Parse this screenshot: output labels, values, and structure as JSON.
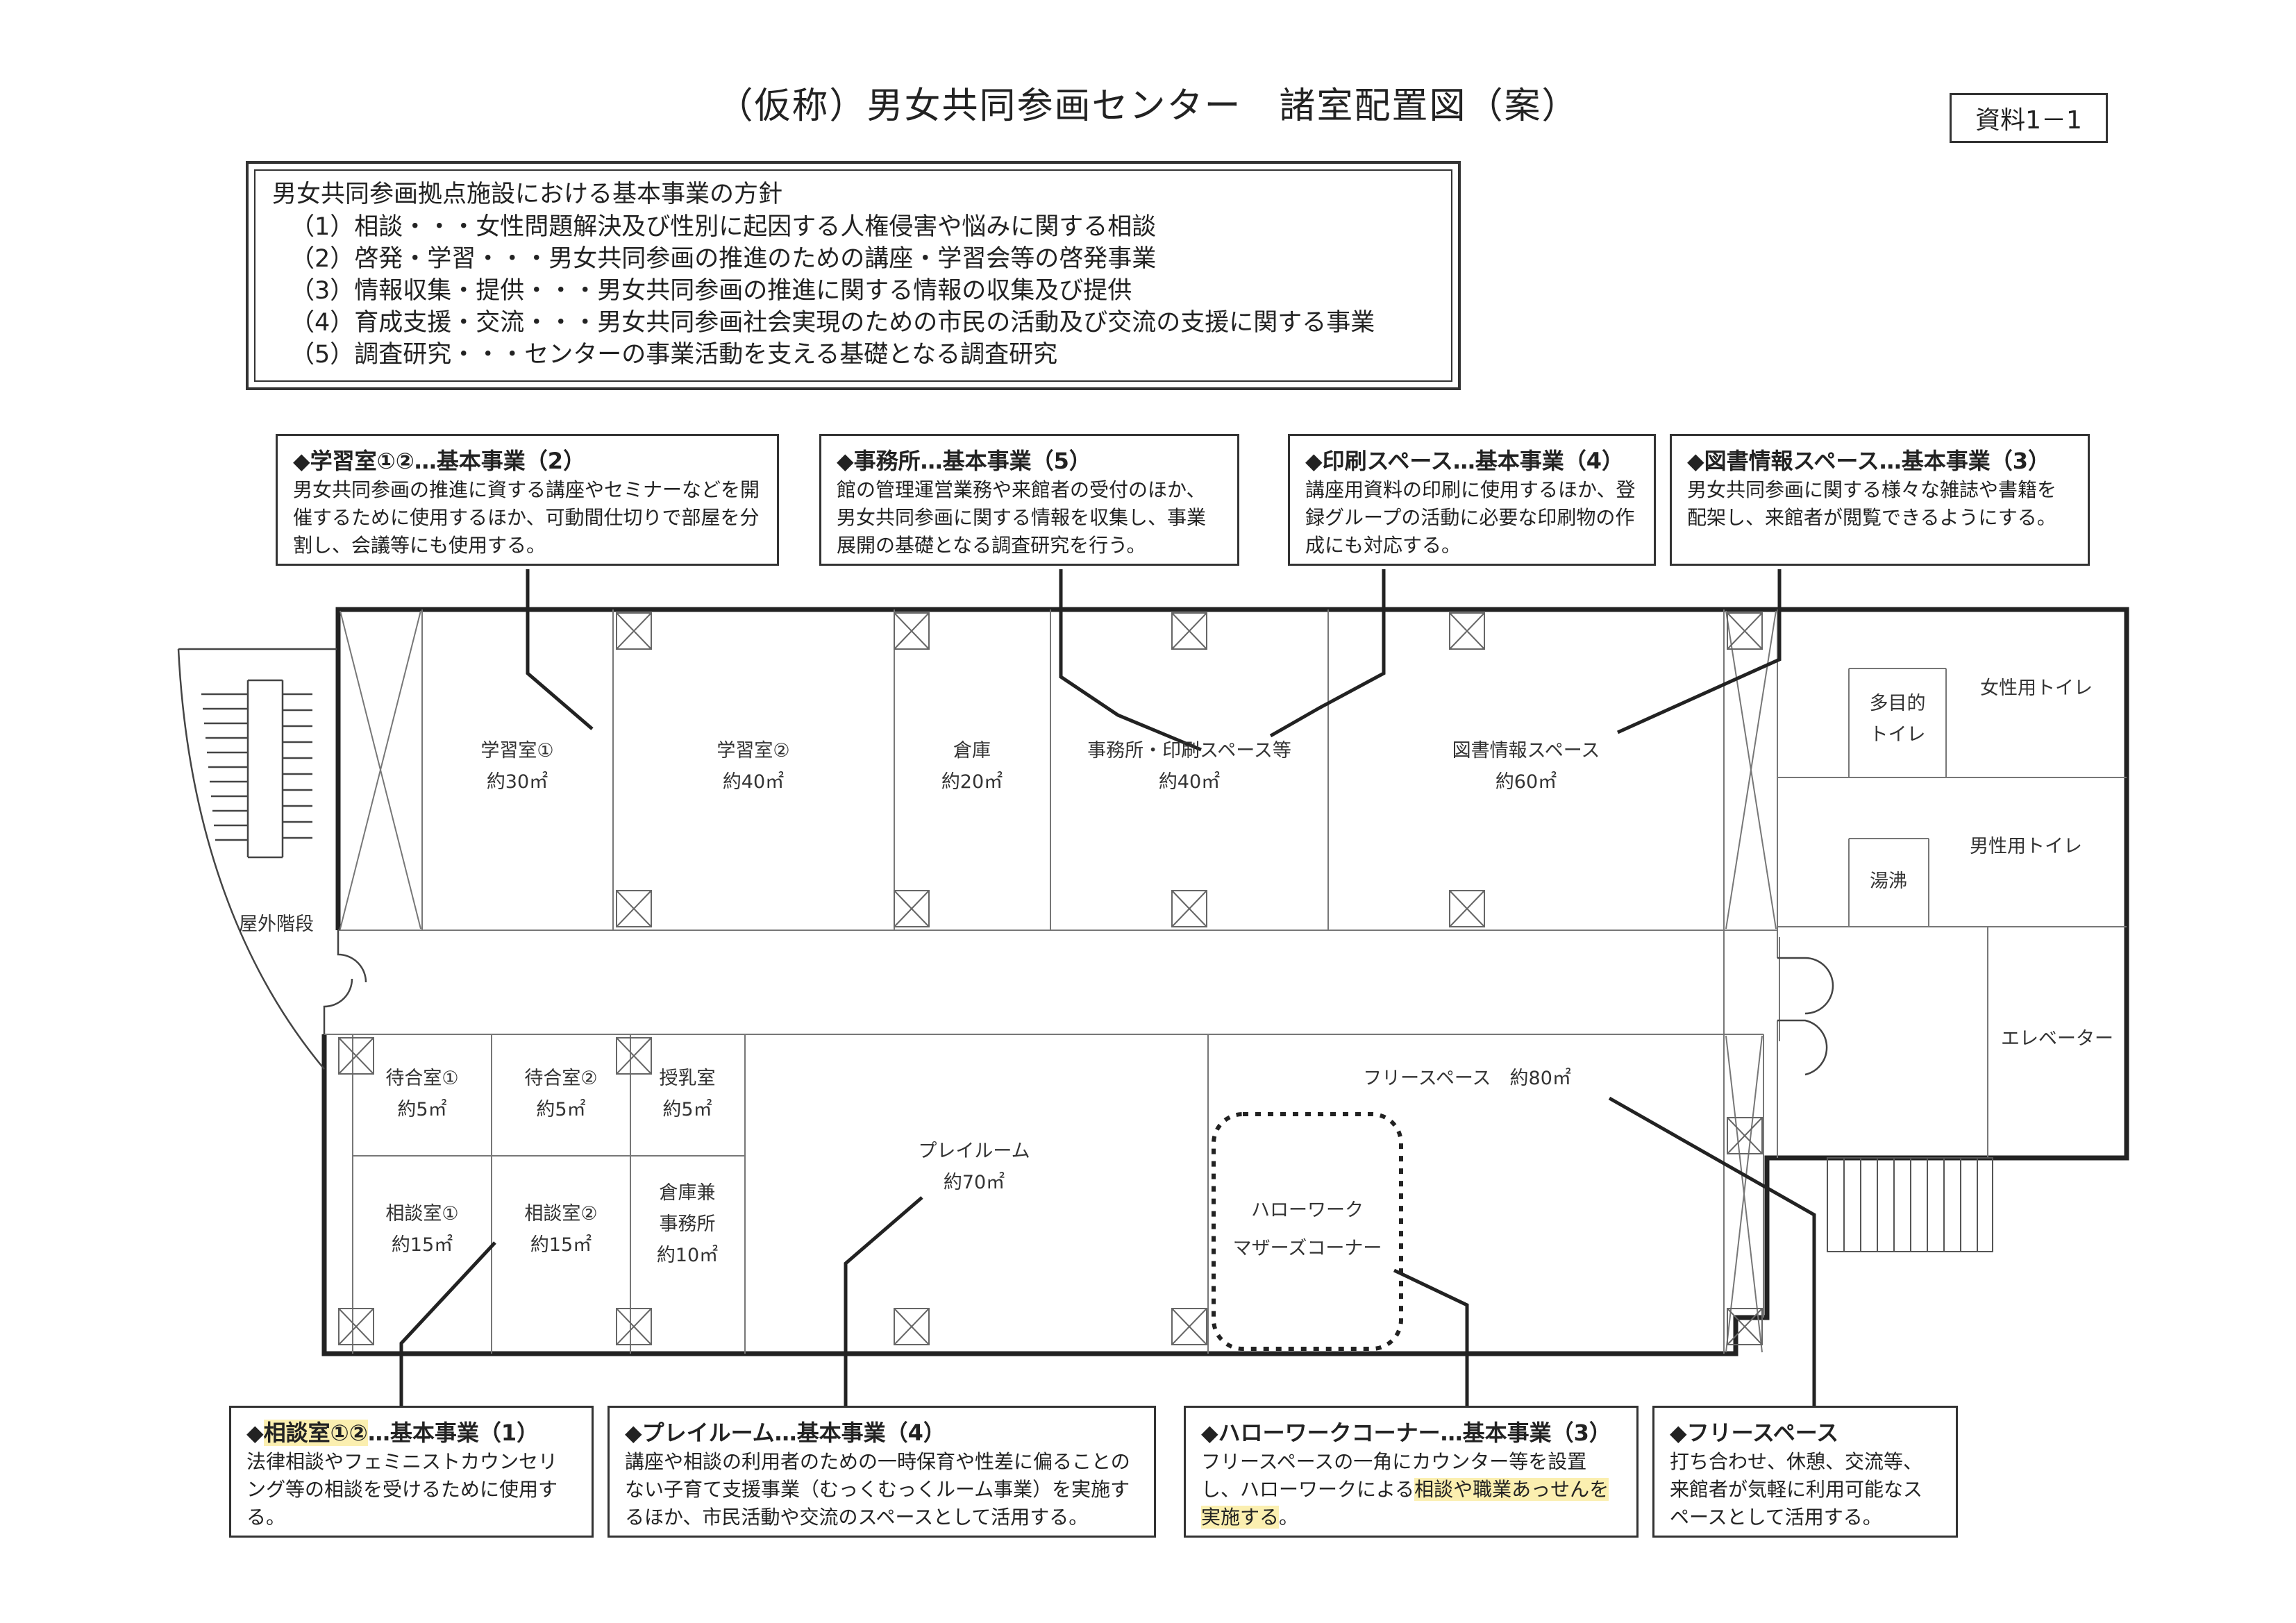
{
  "title": "（仮称）男女共同参画センター　諸室配置図（案）",
  "doc_id": "資料1－1",
  "policy": {
    "heading": "男女共同参画拠点施設における基本事業の方針",
    "items": [
      "（1）相談・・・女性問題解決及び性別に起因する人権侵害や悩みに関する相談",
      "（2）啓発・学習・・・男女共同参画の推進のための講座・学習会等の啓発事業",
      "（3）情報収集・提供・・・男女共同参画の推進に関する情報の収集及び提供",
      "（4）育成支援・交流・・・男女共同参画社会実現のための市民の活動及び交流の支援に関する事業",
      "（5）調査研究・・・センターの事業活動を支える基礎となる調査研究"
    ]
  },
  "callouts": {
    "study": {
      "heading": "◆学習室①②…基本事業（2）",
      "body": "男女共同参画の推進に資する講座やセミナーなどを開催するために使用するほか、可動間仕切りで部屋を分割し、会議等にも使用する。"
    },
    "office": {
      "heading": "◆事務所…基本事業（5）",
      "body": "館の管理運営業務や来館者の受付のほか、男女共同参画に関する情報を収集し、事業展開の基礎となる調査研究を行う。"
    },
    "print": {
      "heading": "◆印刷スペース…基本事業（4）",
      "body": "講座用資料の印刷に使用するほか、登録グループの活動に必要な印刷物の作成にも対応する。"
    },
    "library": {
      "heading": "◆図書情報スペース…基本事業（3）",
      "body": "男女共同参画に関する様々な雑誌や書籍を配架し、来館者が閲覧できるようにする。"
    },
    "consult": {
      "heading_pre": "◆",
      "heading_mark": "相談室①②",
      "heading_post": "…基本事業（1）",
      "body": "法律相談やフェミニストカウンセリング等の相談を受けるために使用する。"
    },
    "play": {
      "heading": "◆プレイルーム…基本事業（4）",
      "body": "講座や相談の利用者のための一時保育や性差に偏ることのない子育て支援事業（むっくむっくルーム事業）を実施するほか、市民活動や交流のスペースとして活用する。"
    },
    "hello": {
      "heading": "◆ハローワークコーナー…基本事業（3）",
      "body_pre": "フリースペースの一角にカウンター等を設置し、ハローワークによる",
      "body_mark1": "相談や職業あっせん",
      "body_mark2": "を実施する",
      "body_post": "。"
    },
    "free": {
      "heading": "◆フリースペース",
      "body": "打ち合わせ、休憩、交流等、来館者が気軽に利用可能なスペースとして活用する。"
    }
  },
  "rooms": {
    "study1": {
      "name": "学習室①",
      "area": "約30㎡"
    },
    "study2": {
      "name": "学習室②",
      "area": "約40㎡"
    },
    "storage": {
      "name": "倉庫",
      "area": "約20㎡"
    },
    "office": {
      "name": "事務所・印刷スペース等",
      "area": "約40㎡"
    },
    "library": {
      "name": "図書情報スペース",
      "area": "約60㎡"
    },
    "multi_toilet": {
      "name1": "多目的",
      "name2": "トイレ"
    },
    "women_toilet": {
      "name": "女性用トイレ"
    },
    "men_toilet": {
      "name": "男性用トイレ"
    },
    "kettle": {
      "name": "湯沸"
    },
    "elevator": {
      "name": "エレベーター"
    },
    "stairs": {
      "name": "屋外階段"
    },
    "wait1": {
      "name": "待合室①",
      "area": "約5㎡"
    },
    "wait2": {
      "name": "待合室②",
      "area": "約5㎡"
    },
    "nursing": {
      "name": "授乳室",
      "area": "約5㎡"
    },
    "consult1": {
      "name": "相談室①",
      "area": "約15㎡"
    },
    "consult2": {
      "name": "相談室②",
      "area": "約15㎡"
    },
    "storage_office": {
      "name1": "倉庫兼",
      "name2": "事務所",
      "area": "約10㎡"
    },
    "playroom": {
      "name": "プレイルーム",
      "area": "約70㎡"
    },
    "free_space": {
      "name": "フリースペース　約80㎡"
    },
    "hellowork": {
      "name1": "ハローワーク",
      "name2": "マザーズコーナー"
    }
  },
  "colors": {
    "line": "#222222",
    "thin": "#777777",
    "highlight": "#fbefb0"
  }
}
